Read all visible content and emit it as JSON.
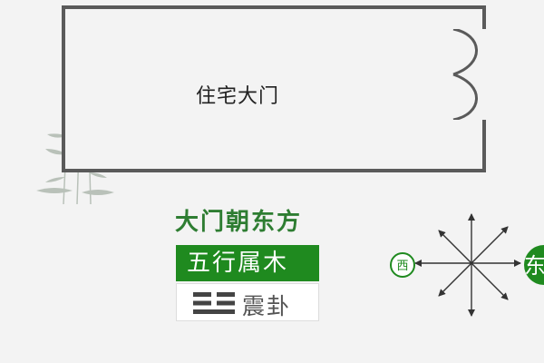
{
  "house": {
    "label": "住宅大门"
  },
  "legend": {
    "direction_title": "大门朝东方",
    "element_label": "五行属木",
    "trigram_label": "震卦"
  },
  "compass": {
    "west_label": "西",
    "east_label": "东"
  },
  "colors": {
    "accent_green": "#1f8a1f",
    "title_green": "#2e7d32",
    "wall_gray": "#5a5a5a"
  }
}
